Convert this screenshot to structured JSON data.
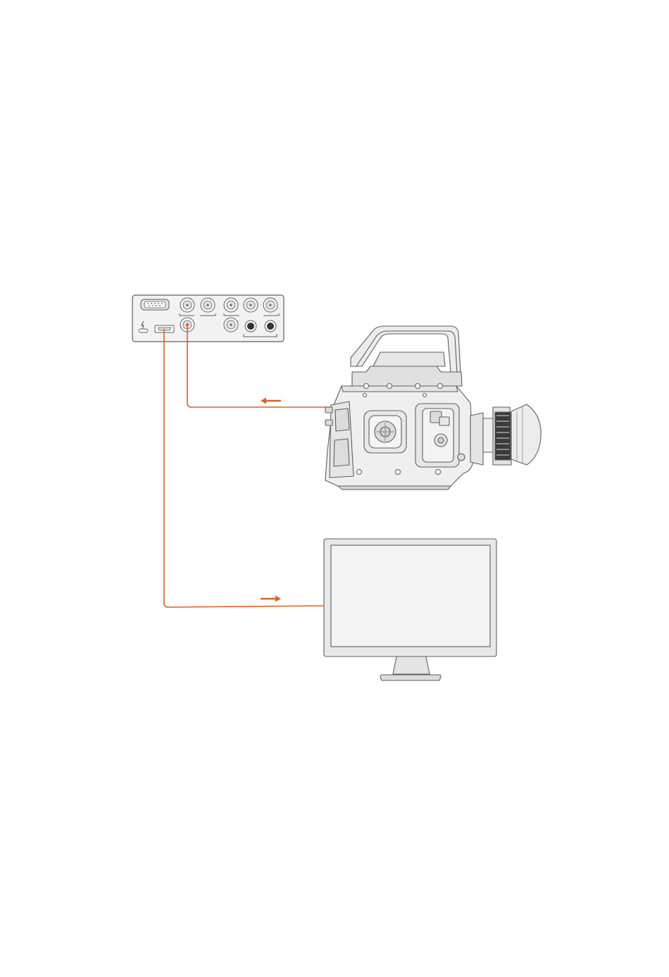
{
  "colors": {
    "cable": "#d9622b",
    "outline": "#5f5f5f",
    "fill_light": "#efefef",
    "fill_mid": "#e2e2e2",
    "fill_dark": "#cfcfcf",
    "screen": "#f1f1f1",
    "background": "#ffffff"
  },
  "devices": {
    "interface_box": {
      "icon": "io-panel-icon",
      "ports": [
        "rs422-port",
        "thunderbolt-port",
        "hdmi-out-port",
        "sdi-ports",
        "audio-ports"
      ]
    },
    "camera": {
      "icon": "cinema-camera-icon"
    },
    "monitor": {
      "icon": "monitor-icon"
    }
  },
  "connections": [
    {
      "from": "camera",
      "to": "interface_box",
      "port": "sdi-in",
      "arrow": "left-arrow-icon"
    },
    {
      "from": "interface_box",
      "to": "monitor",
      "port": "hdmi-out",
      "arrow": "right-arrow-icon"
    }
  ]
}
